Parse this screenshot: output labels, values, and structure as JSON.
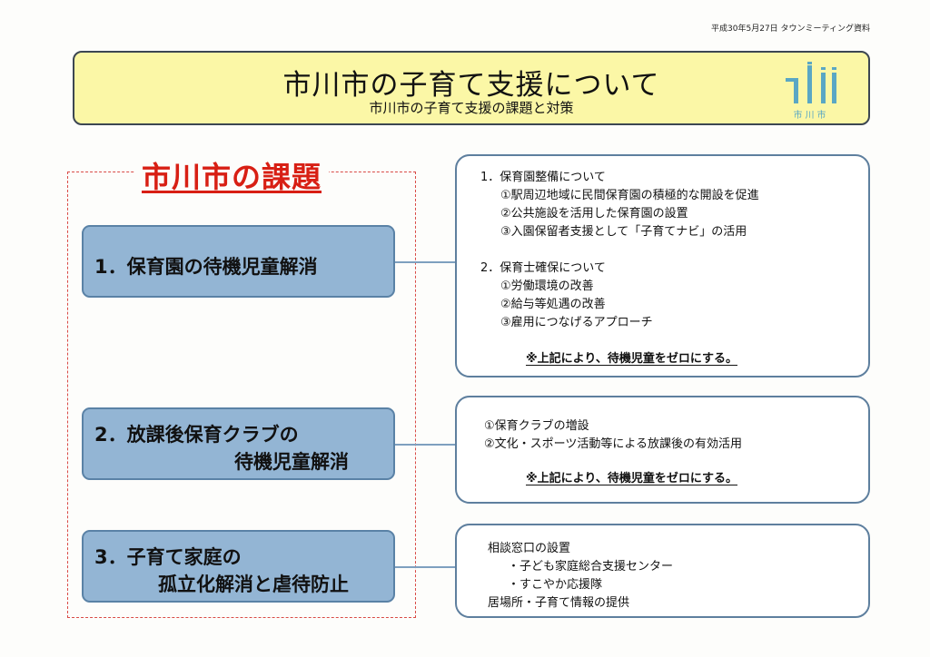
{
  "date_note": "平成30年5月27日 タウンミーティング資料",
  "header": {
    "title": "市川市の子育て支援について",
    "subtitle": "市川市の子育て支援の課題と対策",
    "logo_text": "市川市"
  },
  "issues_title": "市川市の課題",
  "issues": [
    {
      "line1": "1．保育園の待機児童解消",
      "line2": ""
    },
    {
      "line1": "2．放課後保育クラブの",
      "line2": "待機児童解消"
    },
    {
      "line1": "3．子育て家庭の",
      "line2": "孤立化解消と虐待防止"
    }
  ],
  "measures": {
    "box1": {
      "lines": [
        "1．保育園整備について",
        "①駅周辺地域に民間保育園の積極的な開設を促進",
        "②公共施設を活用した保育園の設置",
        "③入園保留者支援として「子育てナビ」の活用",
        "2．保育士確保について",
        "①労働環境の改善",
        "②給与等処遇の改善",
        "③雇用につなげるアプローチ"
      ],
      "conclusion": "※上記により、待機児童をゼロにする。"
    },
    "box2": {
      "lines": [
        "①保育クラブの増設",
        "②文化・スポーツ活動等による放課後の有効活用"
      ],
      "conclusion": "※上記により、待機児童をゼロにする。"
    },
    "box3": {
      "lines": [
        "相談窓口の設置",
        "・子ども家庭総合支援センター",
        "・すこやか応援隊",
        "居場所・子育て情報の提供"
      ]
    }
  },
  "colors": {
    "header_bg": "#fbf7a6",
    "issue_bg": "#93b5d4",
    "accent_red": "#d81f14",
    "logo": "#5aa7c4"
  }
}
